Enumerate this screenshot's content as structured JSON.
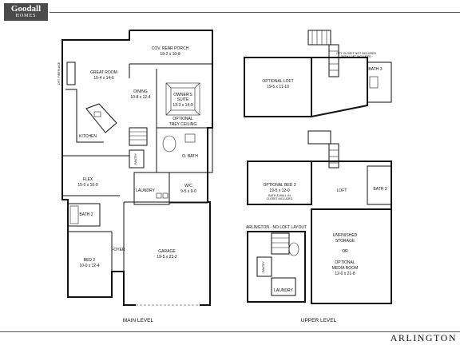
{
  "brand": {
    "name": "Goodall",
    "sub": "HOMES"
  },
  "plan_name": "ARLINGTON",
  "levels": {
    "main": "MAIN LEVEL",
    "upper": "UPPER LEVEL"
  },
  "rooms": {
    "porch": {
      "name": "COV. REAR PORCH",
      "dim": "19-2 x 10-8"
    },
    "great": {
      "name": "GREAT ROOM",
      "dim": "15-4 x 14-6"
    },
    "fireplace": "OPT. FIREPLACE",
    "dining": {
      "name": "DINING",
      "dim": "10-8 x 12-4"
    },
    "owners": {
      "name": "OWNER'S",
      "name2": "SUITE",
      "dim": "13-3 x 14-0"
    },
    "tray": {
      "l1": "OPTIONAL",
      "l2": "TREY CEILING"
    },
    "kitchen": "KITCHEN",
    "pantry": "PANTRY",
    "obath": "O. BATH",
    "flex": {
      "name": "FLEX",
      "dim": "15-0 x 10-0"
    },
    "laundry": "LAUNDRY",
    "wic": {
      "name": "W/C",
      "dim": "9-5 x 9-0"
    },
    "bath2": "BATH 2",
    "bed2": {
      "name": "BED 2",
      "dim": "10-0 x 12-4"
    },
    "foyer": "FOYER",
    "garage": {
      "name": "GARAGE",
      "dim": "19-5 x 23-2"
    },
    "loft": {
      "name": "OPTIONAL LOFT",
      "dim": "19-5 x 11-10"
    },
    "bath3a": "BATH 3",
    "bath3b": "BATH 3",
    "note": {
      "l1": "OPT. CLOSET NOT INCLUDED",
      "l2": "WITH LOFT INCLUDED"
    },
    "bed3": {
      "name": "OPTIONAL BED 3",
      "dim": "19-5 x 12-0"
    },
    "bed3note": {
      "l1": "BATH & WALL-IN",
      "l2": "CLOSET INCLUDED"
    },
    "loft2": "LOFT",
    "arlington_layout": "ARLINGTON - NO LOFT LAYOUT",
    "pantry2": "PANTRY",
    "laundry2": "LAUNDRY",
    "storage": {
      "l1": "UNFINISHED",
      "l2": "STORAGE"
    },
    "or": "OR",
    "media": {
      "l1": "OPTIONAL",
      "l2": "MEDIA ROOM",
      "dim": "12-0 x 21-8"
    }
  }
}
